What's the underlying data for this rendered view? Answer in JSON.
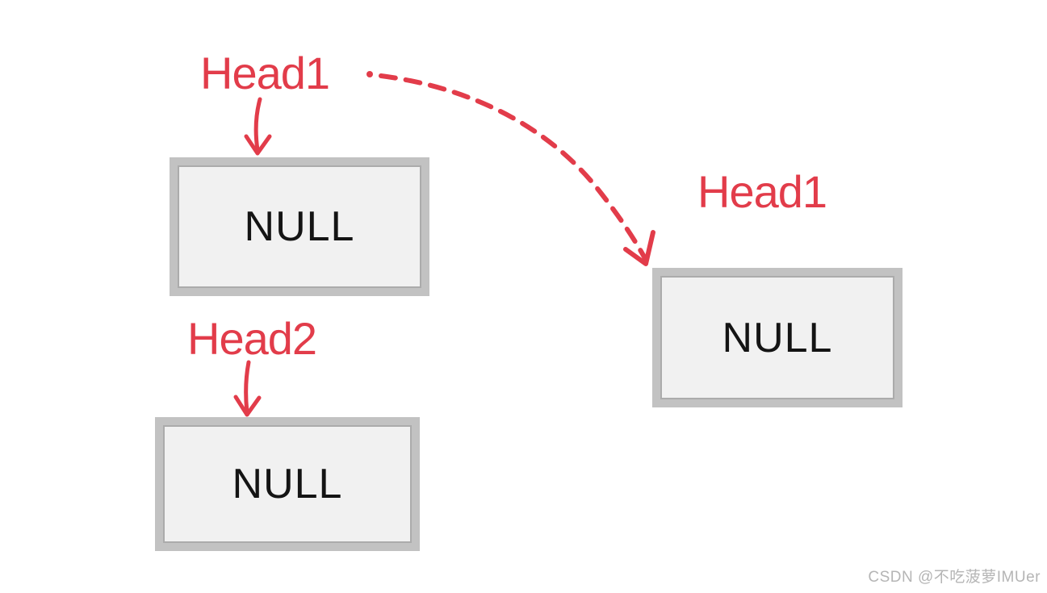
{
  "colors": {
    "background": "#ffffff",
    "accent_red": "#e23c4a",
    "box_border": "#c2c2c2",
    "box_border_inner": "#ababab",
    "box_fill": "#f1f1f1",
    "node_text": "#141414",
    "watermark_gray": "#b5b5b5"
  },
  "pointers": {
    "head1_left": {
      "label": "Head1"
    },
    "head2": {
      "label": "Head2"
    },
    "head1_right": {
      "label": "Head1"
    }
  },
  "nodes": [
    {
      "label": "NULL"
    },
    {
      "label": "NULL"
    },
    {
      "label": "NULL"
    }
  ],
  "watermark": {
    "text": "CSDN @不吃菠萝IMUer"
  }
}
